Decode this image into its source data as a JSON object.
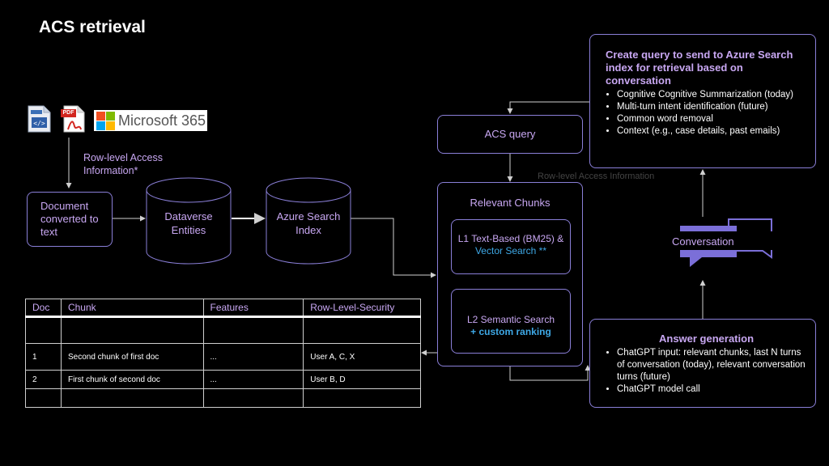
{
  "title": "ACS retrieval",
  "icons": {
    "html_file": "html-file-icon",
    "pdf_file": "pdf-file-icon",
    "pdf_badge": "PDF",
    "ms365_logo": "Microsoft 365"
  },
  "labels": {
    "row_level_access": "Row-level Access Information*",
    "faint_overlay": "Row-level Access Information"
  },
  "nodes": {
    "document": "Document converted to text",
    "dataverse": "Dataverse Entities",
    "azure_search": "Azure Search Index",
    "acs_query": "ACS query",
    "relevant_chunks": "Relevant Chunks",
    "l1_part1": "L1 Text-Based (BM25) & ",
    "l1_part2": "Vector Search **",
    "l2_part1": "L2 Semantic Search",
    "l2_part2": "+ custom ranking",
    "conversation": "Conversation"
  },
  "query_panel": {
    "title": "Create query to send to Azure Search index for retrieval based on conversation",
    "bullets": [
      "Cognitive Cognitive Summarization (today)",
      "Multi-turn intent identification (future)",
      "Common word removal",
      "Context (e.g., case details, past emails)"
    ]
  },
  "answer_panel": {
    "title": "Answer generation",
    "bullets": [
      "ChatGPT input: relevant chunks, last N turns of conversation (today), relevant conversation turns (future)",
      "ChatGPT model call"
    ]
  },
  "table": {
    "headers": [
      "Doc",
      "Chunk",
      "Features",
      "Row-Level-Security"
    ],
    "rows": [
      [
        "",
        "",
        "",
        ""
      ],
      [
        "1",
        "Second chunk of first doc",
        "...",
        "User A, C, X"
      ],
      [
        "2",
        "First chunk of second doc",
        "...",
        "User B, D"
      ],
      [
        "",
        "",
        "",
        ""
      ]
    ]
  },
  "colors": {
    "accent_purple": "#c8a7f2",
    "accent_blue": "#3ea8e6",
    "border": "#8a7fd8",
    "chat_bubble": "#7b6fd8"
  }
}
